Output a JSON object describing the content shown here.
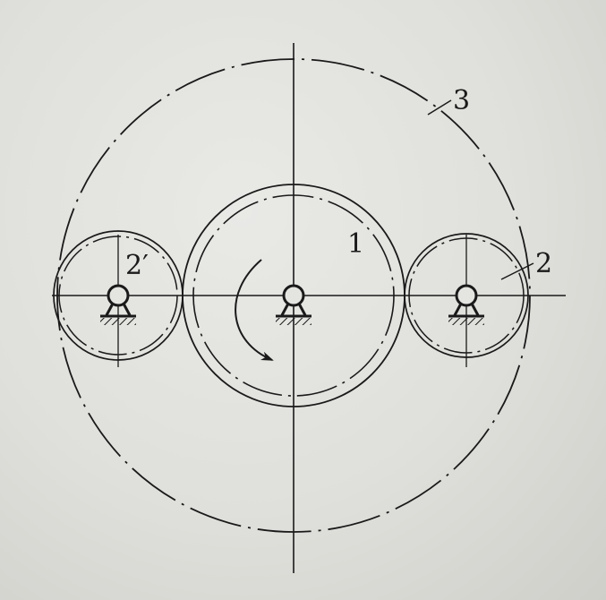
{
  "diagram": {
    "labels": {
      "ring_gear": "3",
      "sun_gear": "1",
      "planet_right": "2",
      "planet_left": "2′"
    },
    "colors": {
      "ink": "#1a1a1a",
      "paper": "#e4e4e1"
    },
    "icons": {
      "rotation_arrow": "clockwise-arrow",
      "pivot_support": "fixed-pivot-icon"
    }
  }
}
